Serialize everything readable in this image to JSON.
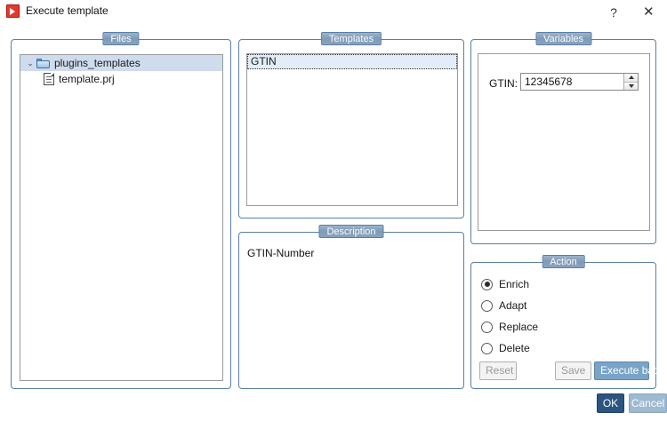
{
  "window": {
    "title": "Execute template",
    "icon": "execute-template-icon",
    "help_label": "?",
    "close_label": "✕"
  },
  "files": {
    "group_title": "Files",
    "tree": [
      {
        "label": "plugins_templates",
        "icon": "folder-icon",
        "expanded": true,
        "selected": true,
        "depth": 0
      },
      {
        "label": "template.prj",
        "icon": "document-icon",
        "expanded": false,
        "selected": false,
        "depth": 1
      }
    ],
    "chevron_glyph": "⌄"
  },
  "templates": {
    "group_title": "Templates",
    "items": [
      {
        "label": "GTIN",
        "selected": true
      }
    ]
  },
  "description": {
    "group_title": "Description",
    "text": "GTIN-Number"
  },
  "variables": {
    "group_title": "Variables",
    "fields": [
      {
        "label": "GTIN:",
        "value": "12345678",
        "placeholder": "",
        "spinner": true
      }
    ]
  },
  "action": {
    "group_title": "Action",
    "options": [
      {
        "label": "Enrich",
        "selected": true
      },
      {
        "label": "Adapt",
        "selected": false
      },
      {
        "label": "Replace",
        "selected": false
      },
      {
        "label": "Delete",
        "selected": false
      }
    ],
    "buttons": {
      "reset": "Reset",
      "save": "Save",
      "execute_batch": "Execute batch"
    }
  },
  "footer": {
    "ok_label": "OK",
    "cancel_label": "Cancel"
  },
  "colors": {
    "accent": "#5b7fa6",
    "group_title_bg": "#8aa4be",
    "selection": "#cfdced",
    "list_selection": "#e3edf7",
    "primary_button": "#2b5580",
    "secondary_button": "#9fb9d1",
    "execute_button": "#79a3c7",
    "icon_red": "#e23b2e"
  }
}
